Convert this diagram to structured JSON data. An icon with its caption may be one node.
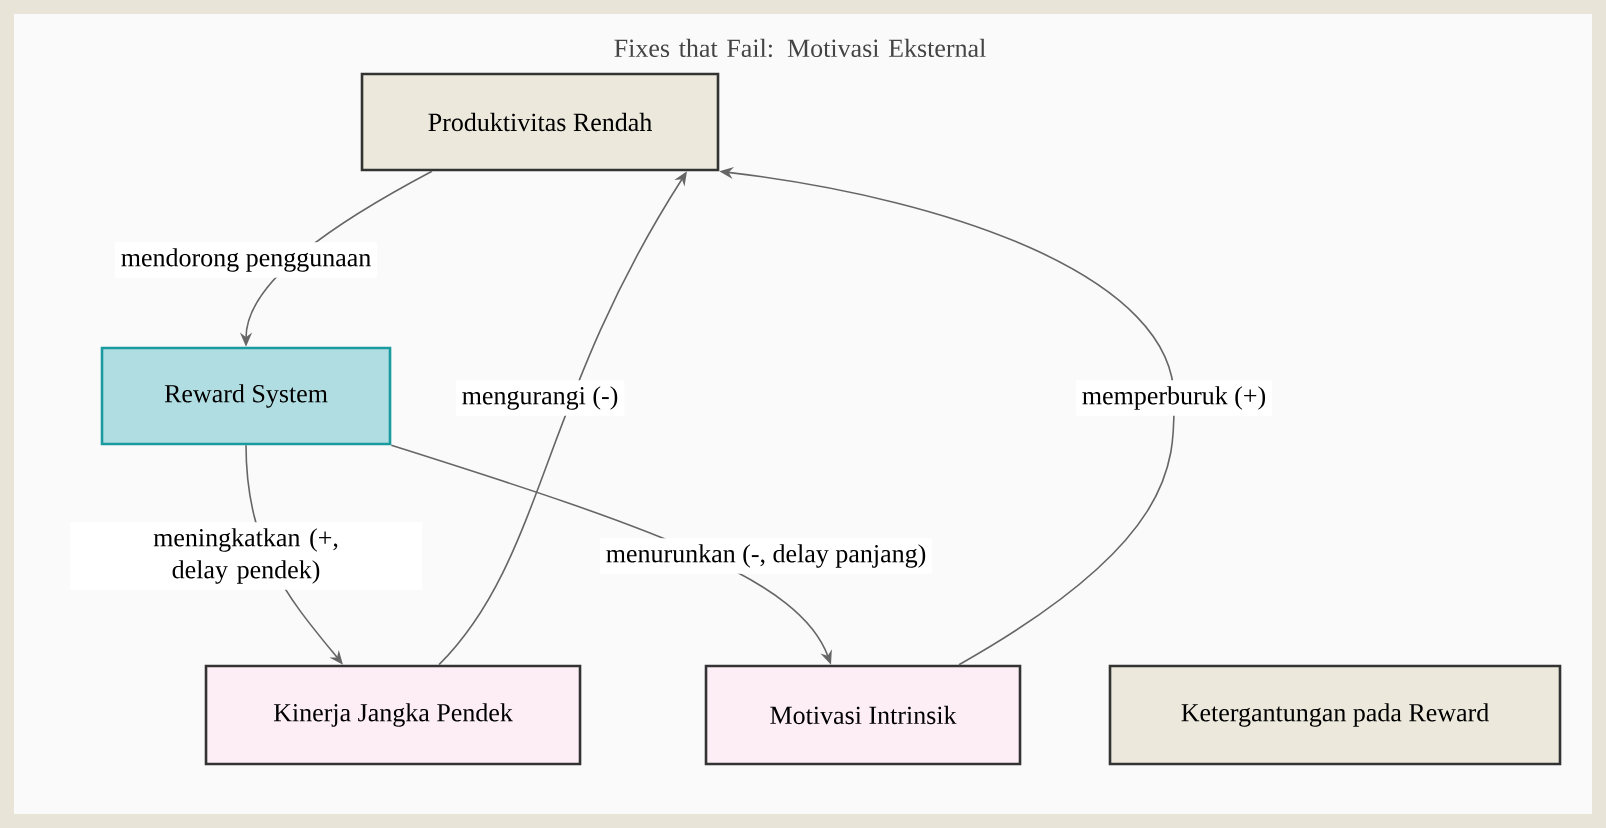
{
  "diagram": {
    "title": "Fixes that Fail: Motivasi Eksternal",
    "nodes": [
      {
        "text": [
          "Produktivitas Rendah"
        ]
      },
      {
        "text": [
          "Reward System"
        ]
      },
      {
        "text": [
          "Kinerja Jangka Pendek"
        ]
      },
      {
        "text": [
          "Motivasi Intrinsik"
        ]
      },
      {
        "text": [
          "Ketergantungan pada Reward"
        ]
      }
    ],
    "edges": [
      {
        "from": 0,
        "to": 1,
        "arrow": "to",
        "label": "mendorong penggunaan"
      },
      {
        "from": 1,
        "to": 2,
        "arrow": "to",
        "label": "meningkatkan (+, delay pendek)"
      },
      {
        "from": 2,
        "to": 0,
        "arrow": "to",
        "label": "mengurangi (-)"
      },
      {
        "from": 1,
        "to": 3,
        "arrow": "to",
        "label": "menurunkan (-, delay panjang)"
      },
      {
        "from": 3,
        "to": 0,
        "arrow": "to",
        "label": "memperburuk (+)"
      }
    ]
  }
}
